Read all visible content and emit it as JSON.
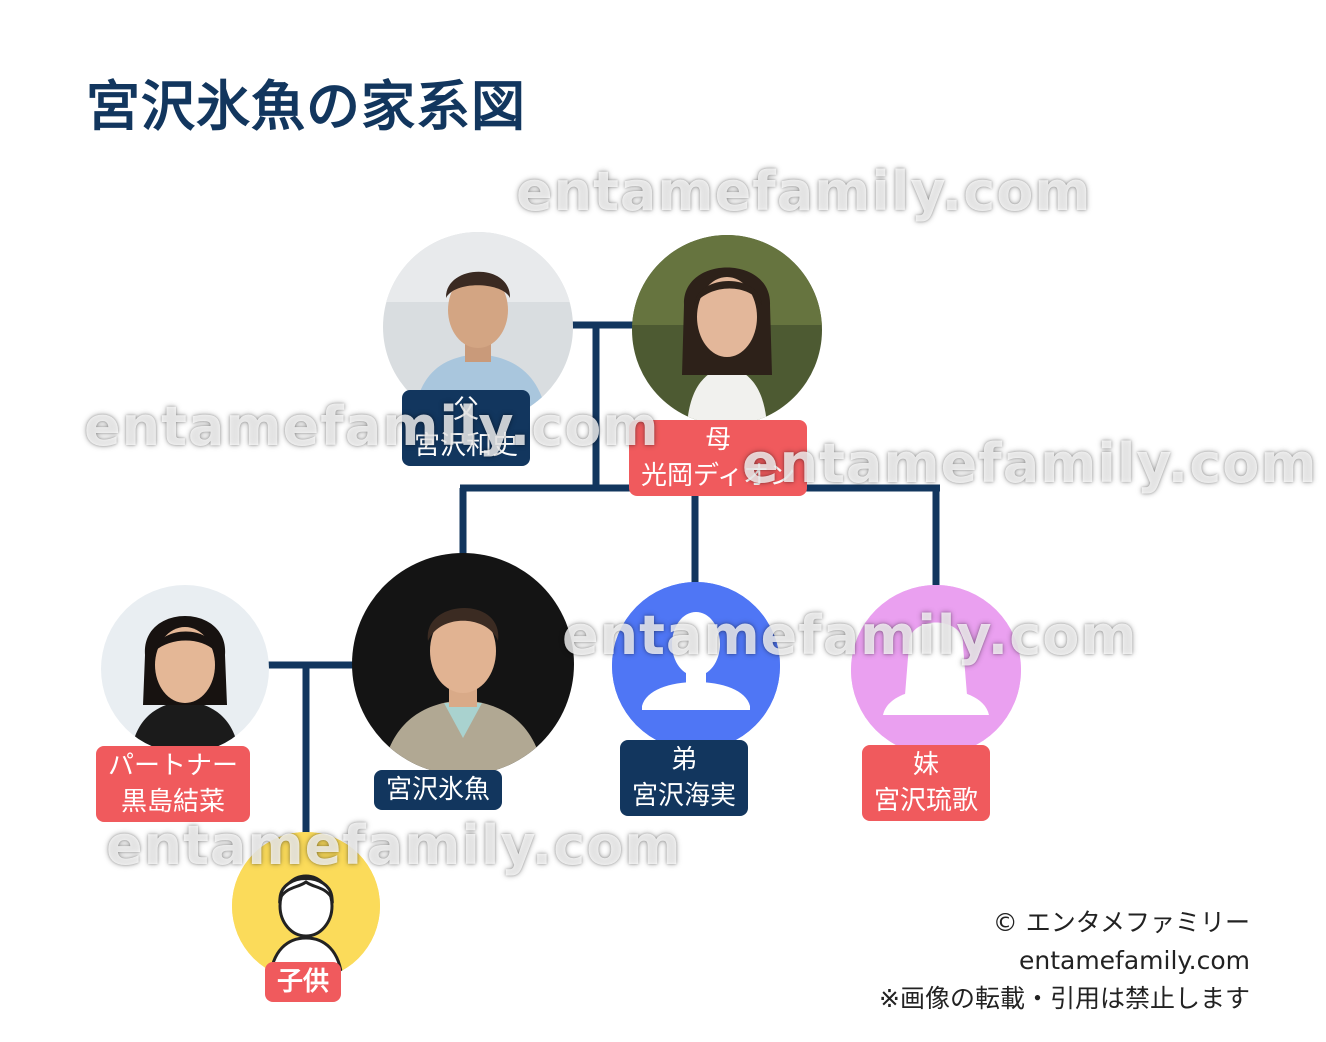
{
  "title": "宮沢氷魚の家系図",
  "watermark": "entamefamily.com",
  "colors": {
    "navy": "#12365e",
    "red": "#f05a5d",
    "brother_blue": "#4f76f5",
    "sister_pink": "#eaa0f0",
    "child_yellow": "#fbdb5a"
  },
  "people": {
    "father": {
      "role": "父",
      "name": "宮沢和史",
      "icon": "photo-man"
    },
    "mother": {
      "role": "母",
      "name": "光岡ディオン",
      "icon": "photo-woman"
    },
    "self": {
      "name": "宮沢氷魚",
      "icon": "photo-man"
    },
    "brother": {
      "role": "弟",
      "name": "宮沢海実",
      "icon": "male-silhouette-icon"
    },
    "sister": {
      "role": "妹",
      "name": "宮沢琉歌",
      "icon": "female-silhouette-icon"
    },
    "partner": {
      "role": "パートナー",
      "name": "黒島結菜",
      "icon": "photo-woman"
    },
    "child": {
      "name": "子供",
      "icon": "child-avatar-icon"
    }
  },
  "credit": {
    "line1": "© エンタメファミリー",
    "line2": "entamefamily.com",
    "line3": "※画像の転載・引用は禁止します"
  }
}
